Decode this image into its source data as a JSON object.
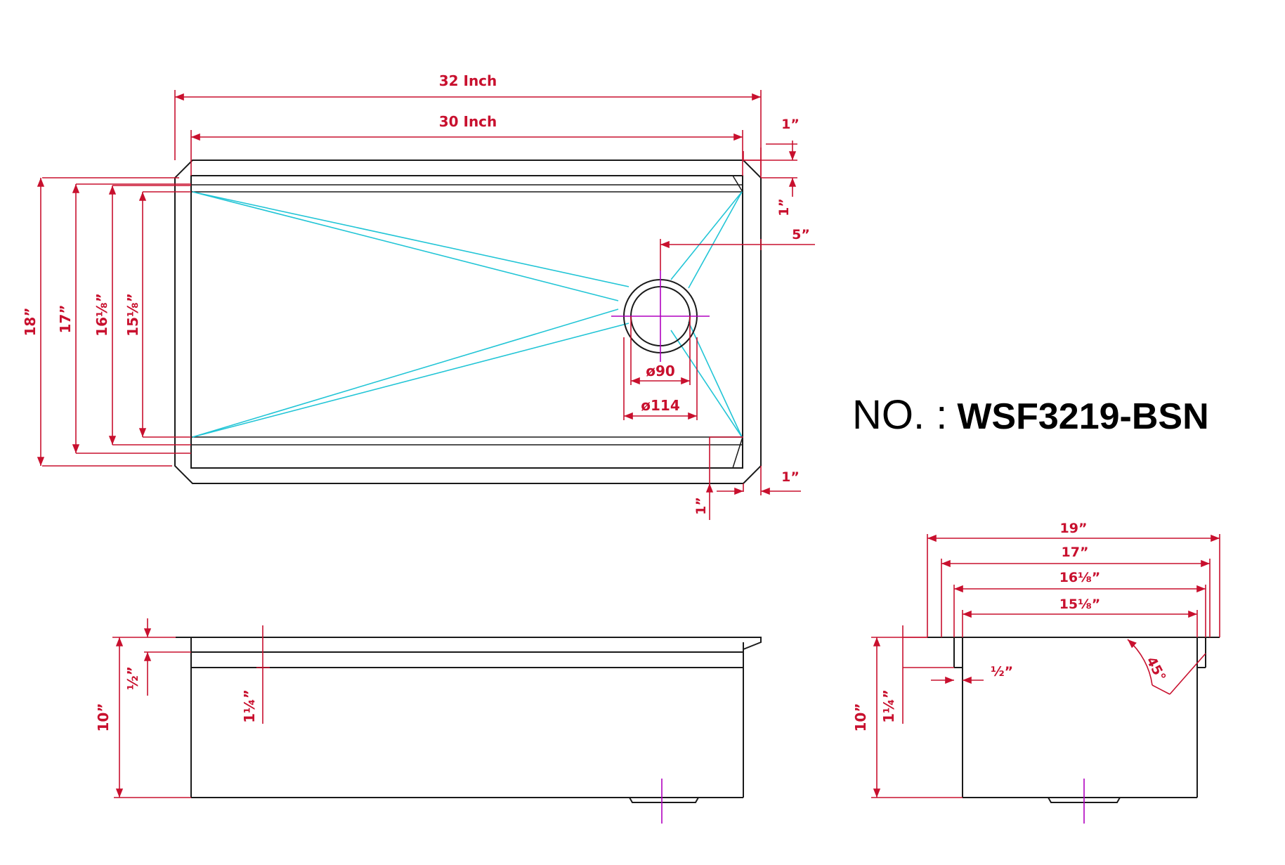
{
  "model_prefix": "NO. :",
  "model_number": "WSF3219-BSN",
  "colors": {
    "outline": "#1a1a1a",
    "dimension": "#c8102e",
    "drain_slope": "#22c5d6",
    "centerline": "#b000c0"
  },
  "top_view": {
    "overall_length": "32 Inch",
    "bowl_length": "30 Inch",
    "corner_top_h": "1”",
    "corner_top_v": "1”",
    "drain_offset": "5”",
    "corner_bottom_h": "1”",
    "corner_bottom_v": "1”",
    "overall_width": "18”",
    "bowl_width": "17”",
    "ledge_inner_width": "16⅛”",
    "floor_width": "15⅛”",
    "drain_inner_dia": "ø90",
    "drain_outer_dia": "ø114"
  },
  "front_view": {
    "flange_depth": "½”",
    "ledge_depth": "1¼”",
    "overall_depth": "10”"
  },
  "side_view": {
    "overall_width": "19”",
    "bowl_width": "17”",
    "ledge_inner_width": "16⅛”",
    "floor_width": "15⅛”",
    "ledge_step": "½”",
    "corner_angle": "45°",
    "ledge_depth": "1¼”",
    "overall_depth": "10”"
  }
}
